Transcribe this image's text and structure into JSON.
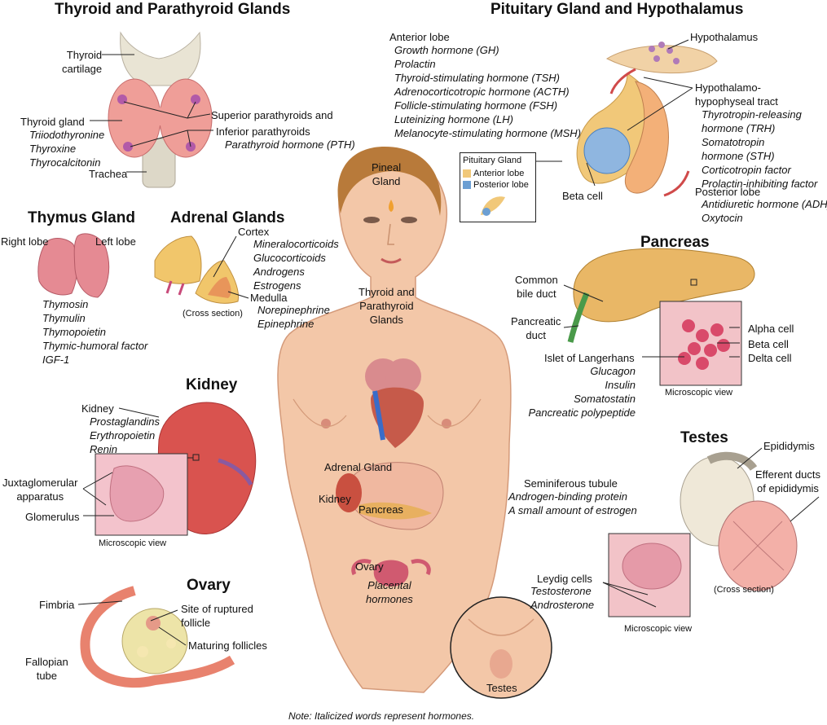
{
  "colors": {
    "skin": "#f3c7a8",
    "gland_pink": "#e58a93",
    "adrenal": "#f1c66b",
    "kidney": "#d9534f",
    "pancreas": "#e9b766",
    "anterior": "#f1c879",
    "posterior": "#6c9fd3",
    "line": "#222222"
  },
  "thyroid": {
    "title": "Thyroid and Parathyroid Glands",
    "cartilage": [
      "Thyroid",
      "cartilage"
    ],
    "gland_label": "Thyroid gland",
    "hormones": [
      "Triiodothyronine",
      "Thyroxine",
      "Thyrocalcitonin"
    ],
    "trachea": "Trachea",
    "superior": "Superior parathyroids and",
    "inferior": "Inferior parathyroids",
    "pth": "Parathyroid hormone (PTH)"
  },
  "pituitary": {
    "title": "Pituitary Gland and Hypothalamus",
    "anterior_label": "Anterior lobe",
    "anterior_hormones": [
      "Growth hormone (GH)",
      "Prolactin",
      "Thyroid-stimulating hormone (TSH)",
      "Adrenocorticotropic hormone (ACTH)",
      "Follicle-stimulating hormone (FSH)",
      "Luteinizing hormone (LH)",
      "Melanocyte-stimulating hormone (MSH)"
    ],
    "hypothalamus": "Hypothalamus",
    "tract": [
      "Hypothalamo-",
      "hypophyseal tract"
    ],
    "tract_hormones": [
      "Thyrotropin-releasing",
      "hormone (TRH)",
      "Somatotropin",
      "hormone (STH)",
      "Corticotropin factor",
      "Prolactin-inhibiting factor"
    ],
    "posterior_label": "Posterior lobe",
    "posterior_hormones": [
      "Antidiuretic hormone (ADH)",
      "Oxytocin"
    ],
    "beta_cell": "Beta cell",
    "legend": {
      "title": "Pituitary Gland",
      "anterior": "Anterior lobe",
      "posterior": "Posterior lobe"
    }
  },
  "thymus": {
    "title": "Thymus Gland",
    "right": "Right lobe",
    "left": "Left lobe",
    "hormones": [
      "Thymosin",
      "Thymulin",
      "Thymopoietin",
      "Thymic-humoral factor",
      "IGF-1"
    ]
  },
  "adrenal": {
    "title": "Adrenal Glands",
    "cortex": "Cortex",
    "cortex_hormones": [
      "Mineralocorticoids",
      "Glucocorticoids",
      "Androgens",
      "Estrogens"
    ],
    "cross": "(Cross section)",
    "medulla": "Medulla",
    "medulla_hormones": [
      "Norepinephrine",
      "Epinephrine"
    ]
  },
  "kidney": {
    "title": "Kidney",
    "label": "Kidney",
    "hormones": [
      "Prostaglandins",
      "Erythropoietin",
      "Renin"
    ],
    "jga": [
      "Juxtaglomerular",
      "apparatus"
    ],
    "glomerulus": "Glomerulus",
    "micro": "Microscopic view"
  },
  "ovary": {
    "title": "Ovary",
    "fimbria": "Fimbria",
    "ruptured": [
      "Site of ruptured",
      "follicle"
    ],
    "maturing": "Maturing follicles",
    "fallopian": [
      "Fallopian",
      "tube"
    ]
  },
  "body": {
    "pineal": [
      "Pineal",
      "Gland"
    ],
    "thyroid": [
      "Thyroid and",
      "Parathyroid",
      "Glands"
    ],
    "adrenal": "Adrenal Gland",
    "kidney": "Kidney",
    "pancreas": "Pancreas",
    "ovary": "Ovary",
    "placental": [
      "Placental",
      "hormones"
    ],
    "testes": "Testes"
  },
  "pancreas": {
    "title": "Pancreas",
    "bile": [
      "Common",
      "bile duct"
    ],
    "duct": [
      "Pancreatic",
      "duct"
    ],
    "islet": "Islet of Langerhans",
    "hormones": [
      "Glucagon",
      "Insulin",
      "Somatostatin",
      "Pancreatic polypeptide"
    ],
    "alpha": "Alpha cell",
    "beta": "Beta cell",
    "delta": "Delta cell",
    "micro": "Microscopic view"
  },
  "testes": {
    "title": "Testes",
    "epididymis": "Epididymis",
    "efferent": [
      "Efferent ducts",
      "of epididymis"
    ],
    "seminiferous": "Seminiferous tubule",
    "sem_hormones": [
      "Androgen-binding protein",
      "A small amount of estrogen"
    ],
    "leydig": "Leydig cells",
    "leydig_hormones": [
      "Testosterone",
      "Androsterone"
    ],
    "cross": "(Cross section)",
    "micro": "Microscopic view"
  },
  "note": "Note:  Italicized words represent hormones."
}
